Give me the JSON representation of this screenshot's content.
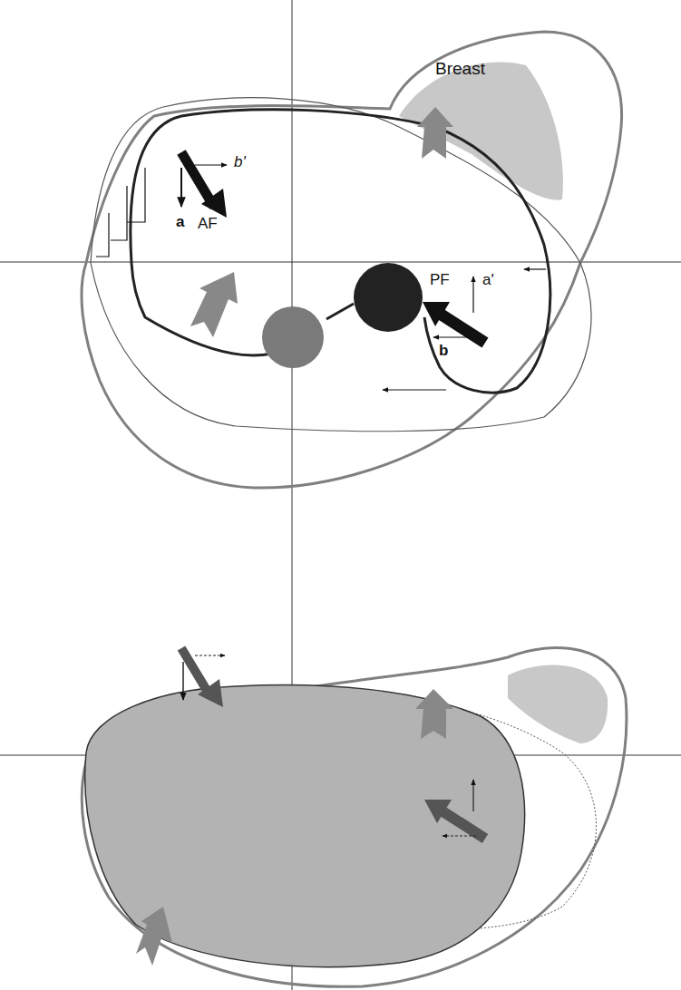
{
  "diagram": {
    "labels": [
      "Breast",
      "b'",
      "a",
      "AF",
      "PF",
      "a'",
      "b"
    ]
  }
}
